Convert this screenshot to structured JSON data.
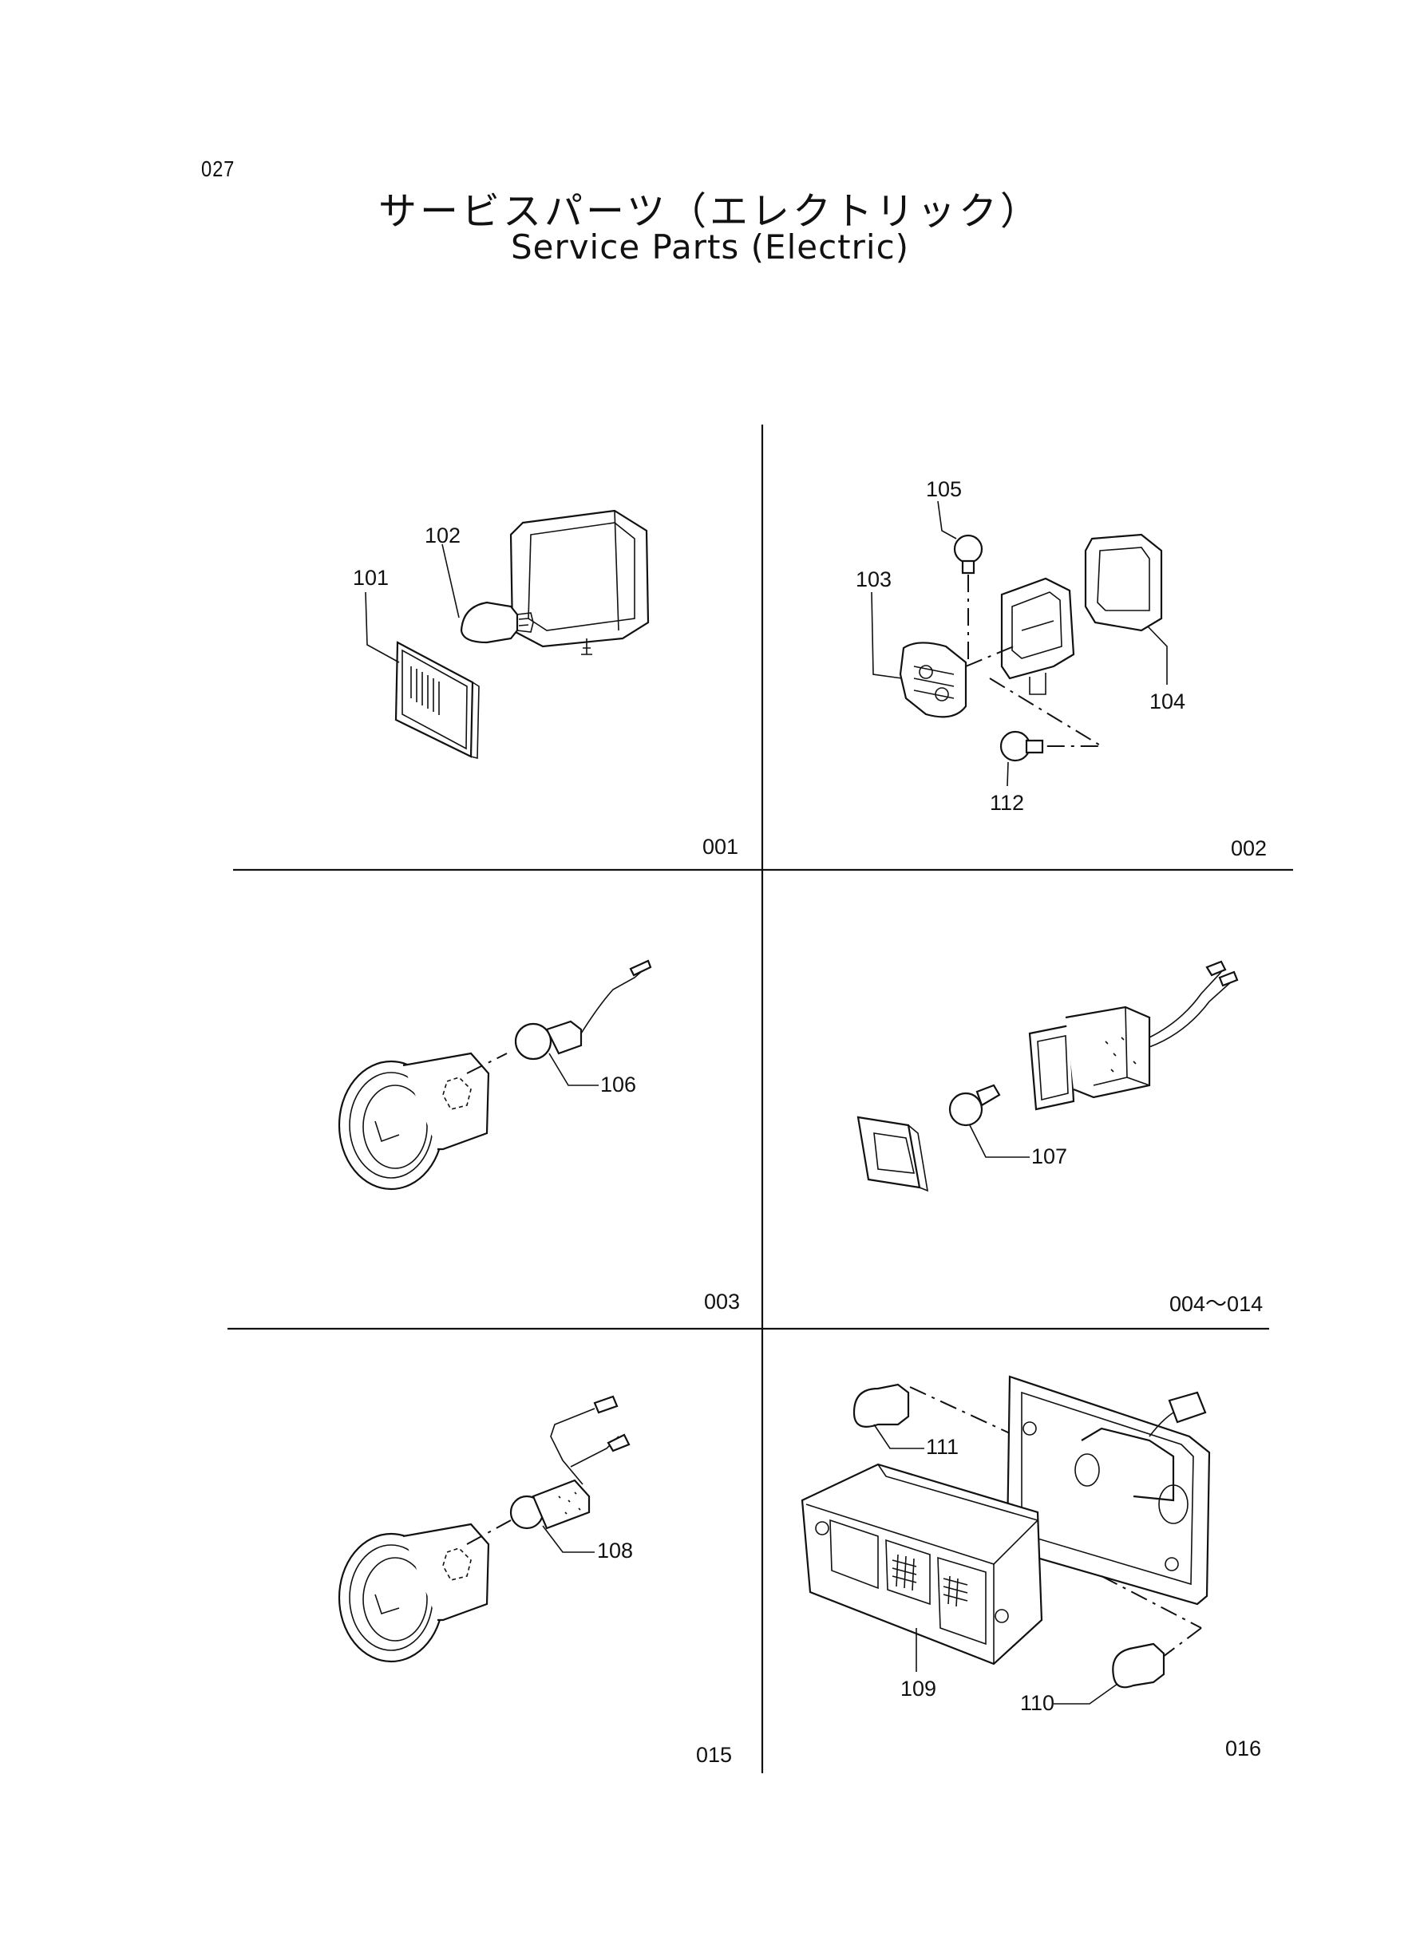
{
  "page": {
    "number": "027"
  },
  "title": {
    "japanese": "サービスパーツ（エレクトリック）",
    "english": "Service Parts (Electric)"
  },
  "panels": [
    {
      "code": "001",
      "parts": [
        "101",
        "102"
      ]
    },
    {
      "code": "002",
      "parts": [
        "105",
        "103",
        "104",
        "112"
      ]
    },
    {
      "code": "003",
      "parts": [
        "106"
      ]
    },
    {
      "code": "004～014",
      "parts": [
        "107"
      ]
    },
    {
      "code": "015",
      "parts": [
        "108"
      ]
    },
    {
      "code": "016",
      "parts": [
        "111",
        "109",
        "110"
      ]
    }
  ]
}
